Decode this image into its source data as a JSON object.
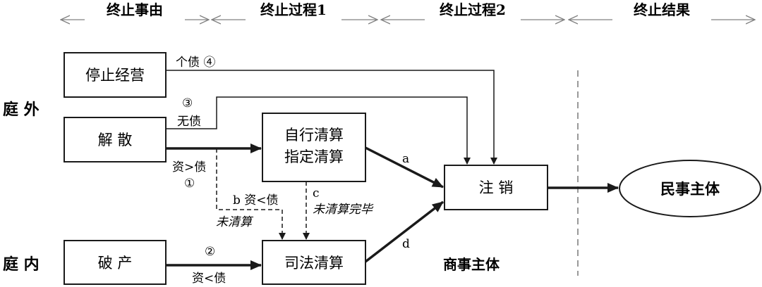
{
  "header": {
    "phases": [
      "终止事由",
      "终止过程1",
      "终止过程2",
      "终止结果"
    ]
  },
  "rows": {
    "outside": "庭 外",
    "inside": "庭 内"
  },
  "boxes": {
    "stop_business": "停止经营",
    "dissolution": "解 散",
    "self_liquidation_line1": "自行清算",
    "self_liquidation_line2": "指定清算",
    "deregister": "注 销",
    "bankruptcy": "破 产",
    "judicial_liquidation": "司法清算",
    "civil_subject": "民事主体"
  },
  "labels": {
    "commercial_subject": "商事主体",
    "individual_debt": "个债 ④",
    "circle3": "③",
    "no_debt": "无债",
    "assets_gt_debt": "资>债",
    "circle1": "①",
    "b_label": "b  资<债",
    "not_liquidated": "未清算",
    "c_label": "c",
    "not_completed": "未清算完毕",
    "a_label": "a",
    "d_label": "d",
    "circle2": "②",
    "assets_lt_debt": "资<债"
  },
  "colors": {
    "line": "#1a1a1a",
    "header_arrow": "#808080",
    "divider": "#999999"
  }
}
